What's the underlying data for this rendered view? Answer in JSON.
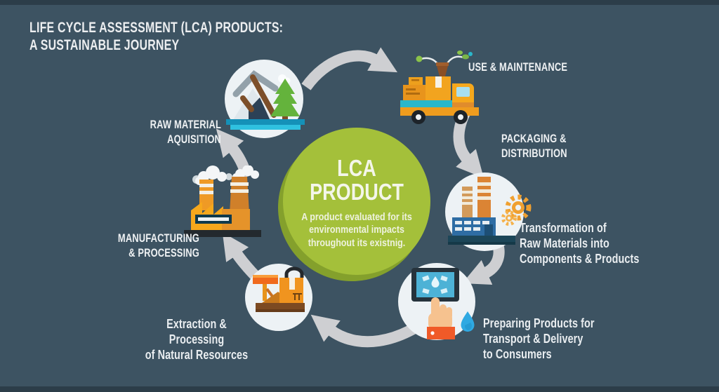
{
  "title": {
    "line1": "LIFE CYCLE ASSESSMENT (LCA) PRODUCTS:",
    "line2": "A SUSTAINABLE JOURNEY"
  },
  "center": {
    "heading_line1": "LCA",
    "heading_line2": "PRODUCT",
    "description_line1": "A product evaluated for its",
    "description_line2": "environmental impacts",
    "description_line3": "throughout its existnig."
  },
  "stages": {
    "raw_material": {
      "line1": "RAW MATERIAL",
      "line2": "AQUISITION"
    },
    "use_maintenance": {
      "line1": "USE & MAINTENANCE"
    },
    "packaging": {
      "line1": "PACKAGING &",
      "line2": "DISTRIBUTION"
    },
    "transformation": {
      "line1": "Transformation of",
      "line2": "Raw Materials into",
      "line3": "Components & Products"
    },
    "preparing": {
      "line1": "Preparing Products for",
      "line2": "Transport & Delivery",
      "line3": "to Consumers"
    },
    "extraction": {
      "line1": "Extraction & Processing",
      "line2": "of Natural Resources"
    },
    "manufacturing": {
      "line1": "MANUFACTURING",
      "line2": "& PROCESSING"
    }
  },
  "colors": {
    "background": "#3d5362",
    "edge_band": "#2c3d49",
    "center_circle_green": "#a4c03a",
    "center_circle_shadow": "#84a02c",
    "arrow_gray": "#d3d4d6",
    "stage_circle_white": "#edf2f5",
    "label_text": "#eef1f3",
    "accent_orange": "#f2a41f",
    "accent_teal": "#2ab7ca"
  }
}
